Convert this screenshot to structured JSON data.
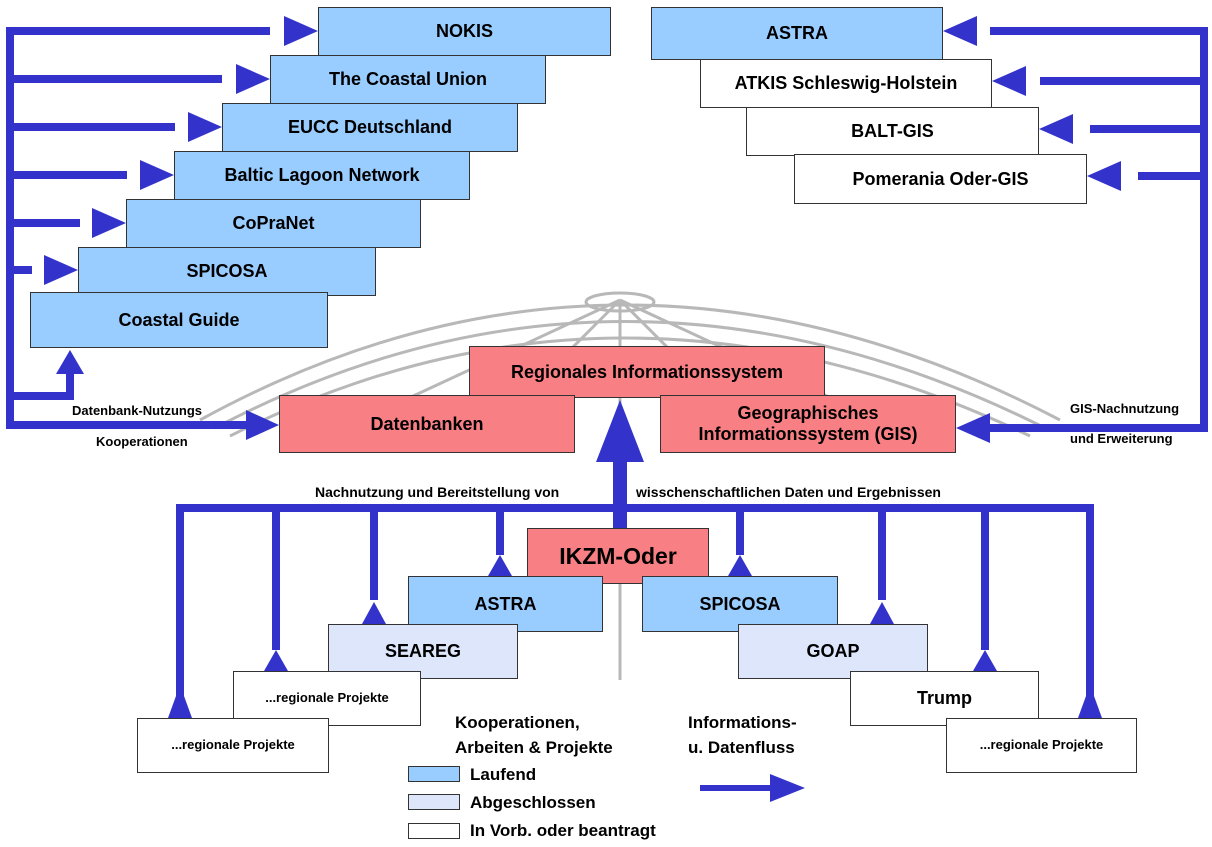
{
  "colors": {
    "running": "#99ccff",
    "done": "#dde6fb",
    "planned": "#ffffff",
    "core": "#f87f83",
    "arrow": "#3333cc"
  },
  "left_stack": [
    "NOKIS",
    "The Coastal Union",
    "EUCC Deutschland",
    "Baltic Lagoon Network",
    "CoPraNet",
    "SPICOSA",
    "Coastal Guide"
  ],
  "right_stack": [
    "ASTRA",
    "ATKIS Schleswig-Holstein",
    "BALT-GIS",
    "Pomerania Oder-GIS"
  ],
  "center": {
    "regional": "Regionales Informationssystem",
    "databases": "Datenbanken",
    "gis": "Geographisches Informationssystem (GIS)",
    "ikzm": "IKZM-Oder"
  },
  "labels": {
    "db_use_1": "Datenbank-Nutzungs",
    "db_use_2": "Kooperationen",
    "gis_use_1": "GIS-Nachnutzung",
    "gis_use_2": "und Erweiterung",
    "reuse": "Nachnutzung und Bereitstellung von",
    "reuse_2": "wisschenschaftlichen Daten und Ergebnissen"
  },
  "projects": {
    "astra": "ASTRA",
    "seareg": "SEAREG",
    "spicosa": "SPICOSA",
    "goap": "GOAP",
    "trump": "Trump",
    "regional_1": "...regionale Projekte",
    "regional_2": "...regionale Projekte",
    "regional_3": "...regionale Projekte"
  },
  "legend": {
    "title_1": "Kooperationen,",
    "title_2": "Arbeiten & Projekte",
    "running": "Laufend",
    "done": "Abgeschlossen",
    "planned": "In Vorb. oder beantragt",
    "flow_1": "Informations-",
    "flow_2": "u. Datenfluss"
  }
}
